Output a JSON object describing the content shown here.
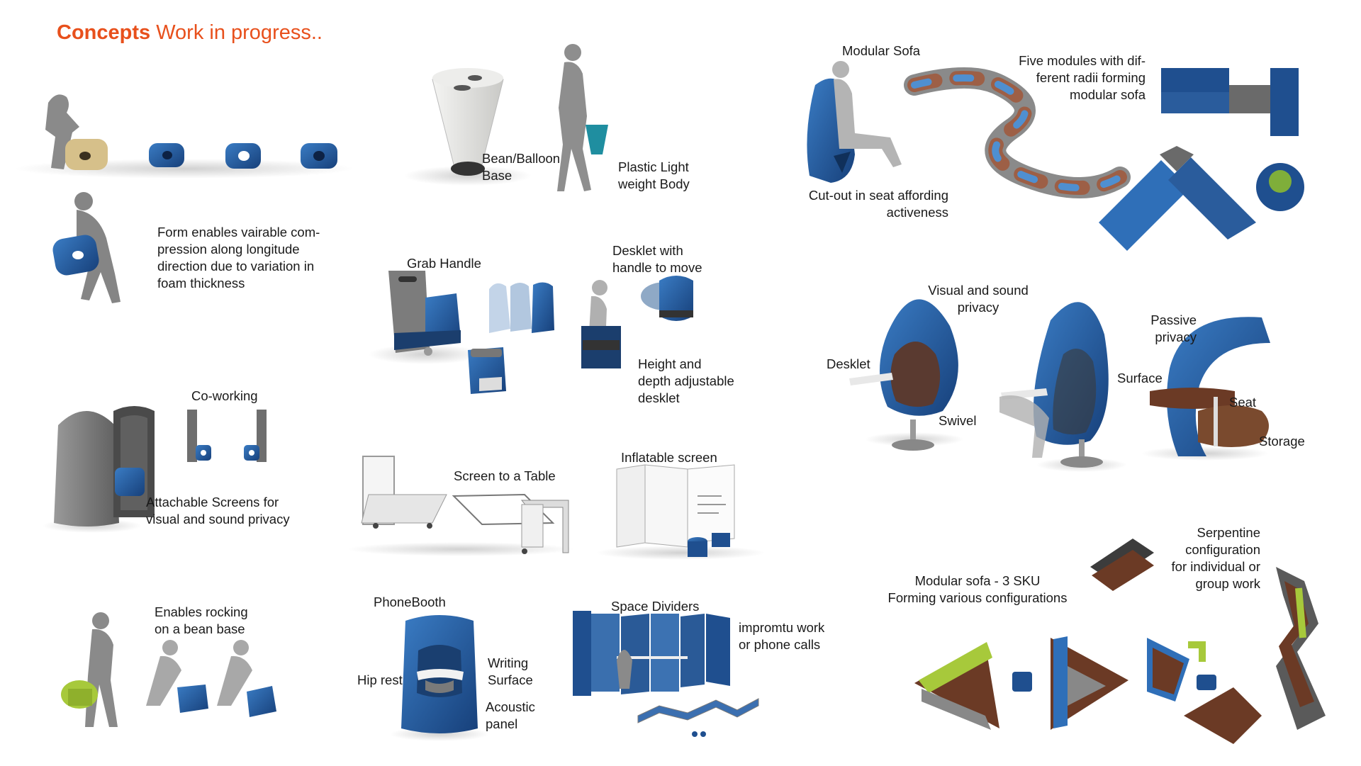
{
  "colors": {
    "accent": "#e8501c",
    "blue": "#1f4f8f",
    "blue_light": "#2f6fb8",
    "grey": "#7d7d7d",
    "brown": "#6b3a25",
    "lime": "#a7c93b",
    "beige": "#d6c08a"
  },
  "header": {
    "title_bold": "Concepts",
    "title_rest": "Work in progress.."
  },
  "labels": {
    "form": [
      "Form enables vairable com-",
      "pression along longitude",
      "direction due to variation in",
      "foam thickness"
    ],
    "bean_base": [
      "Bean/Balloon",
      "Base"
    ],
    "plastic_body": [
      "Plastic Light",
      "weight Body"
    ],
    "grab_handle": "Grab Handle",
    "desklet_handle": [
      "Desklet with",
      "handle to move"
    ],
    "height_desklet": [
      "Height and",
      "depth adjustable",
      "desklet"
    ],
    "co_working": "Co-working",
    "attachable": [
      "Attachable Screens for",
      "visual and sound privacy"
    ],
    "screen_table": "Screen to a Table",
    "inflatable": "Inflatable screen",
    "rocking": [
      "Enables rocking",
      "on a bean base"
    ],
    "phonebooth": "PhoneBooth",
    "hip_rest": "Hip rest",
    "writing_surface": [
      "Writing",
      "Surface"
    ],
    "acoustic": [
      "Acoustic",
      "panel"
    ],
    "space_dividers": "Space Dividers",
    "impromptu": [
      "impromtu work",
      "or phone calls"
    ],
    "modular_sofa": "Modular Sofa",
    "five_modules": [
      "Five modules with dif-",
      "ferent radii forming",
      "modular sofa"
    ],
    "cutout": [
      "Cut-out in seat affording",
      "activeness"
    ],
    "visual_sound": [
      "Visual and sound",
      "privacy"
    ],
    "desklet": "Desklet",
    "swivel": "Swivel",
    "passive": [
      "Passive",
      "privacy"
    ],
    "surface": "Surface",
    "seat": "Seat",
    "storage": "Storage",
    "serpentine": [
      "Serpentine",
      "configuration",
      "for individual or",
      "group work"
    ],
    "modular_3sku": [
      "Modular sofa - 3 SKU",
      "Forming various configurations"
    ]
  }
}
